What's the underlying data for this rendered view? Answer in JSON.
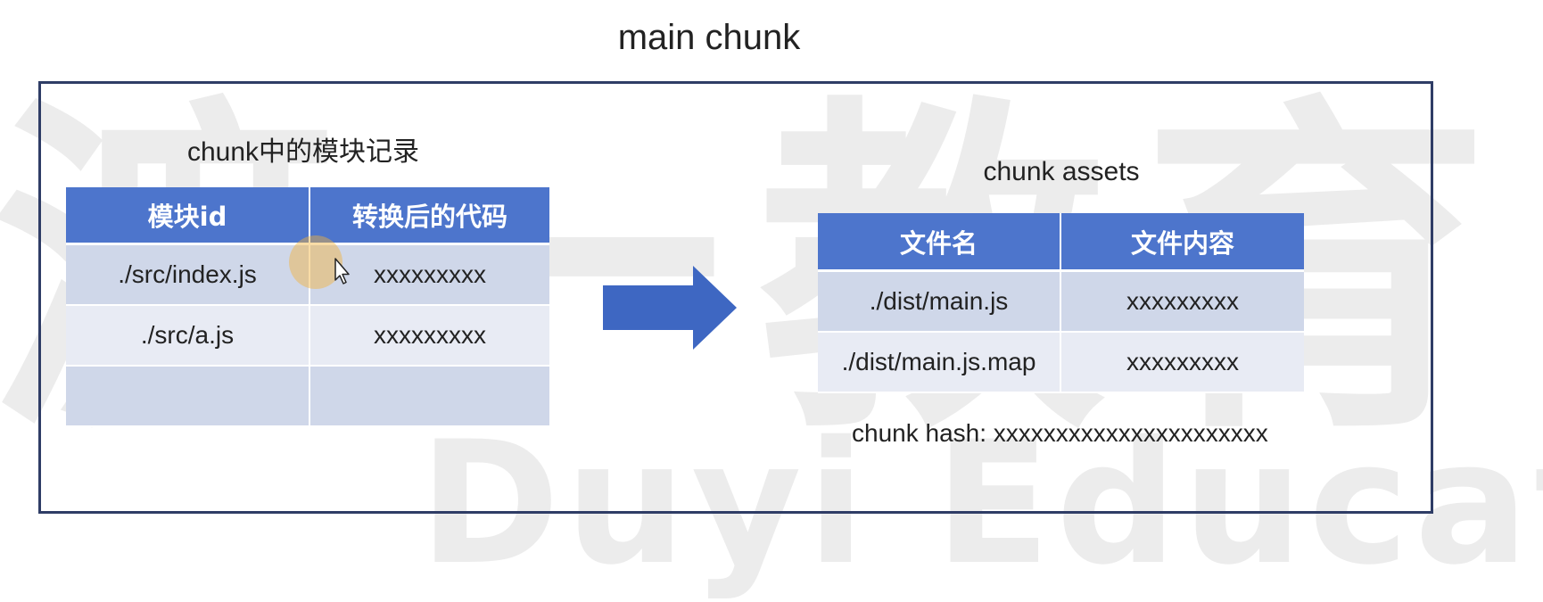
{
  "title": "main chunk",
  "left_table": {
    "caption": "chunk中的模块记录",
    "headers": [
      "模块id",
      "转换后的代码"
    ],
    "rows": [
      [
        "./src/index.js",
        "xxxxxxxxx"
      ],
      [
        "./src/a.js",
        "xxxxxxxxx"
      ],
      [
        "",
        ""
      ]
    ]
  },
  "right_table": {
    "caption": "chunk assets",
    "headers": [
      "文件名",
      "文件内容"
    ],
    "rows": [
      [
        "./dist/main.js",
        "xxxxxxxxx"
      ],
      [
        "./dist/main.js.map",
        "xxxxxxxxx"
      ]
    ]
  },
  "hash_text": "chunk hash: xxxxxxxxxxxxxxxxxxxxxx",
  "watermark": {
    "chinese": "渡一教育",
    "english": "Duyi Education"
  },
  "colors": {
    "header_bg": "#4d75cc",
    "row_dark": "#cfd7e9",
    "row_light": "#e8ebf4",
    "frame_border": "#2f3d66",
    "arrow": "#3e67c2"
  },
  "icons": {
    "arrow": "right-arrow-icon",
    "cursor": "mouse-cursor-icon"
  }
}
